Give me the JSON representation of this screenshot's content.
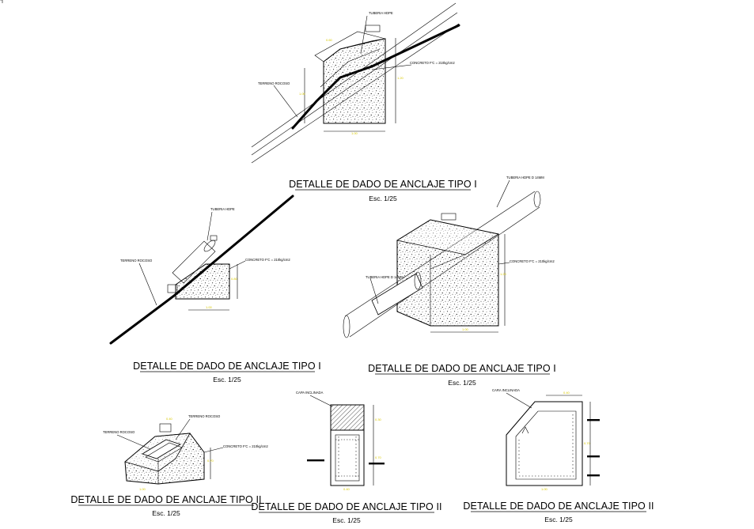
{
  "drawings": [
    {
      "title": "DETALLE DE DADO DE ANCLAJE TIPO I",
      "scale": "Esc. 1/25",
      "labels": {
        "pipe": "TUBERIA HDPE",
        "concrete": "CONCRETO F'C = 210kg/cm2",
        "terrain": "TERRENO ROCOSO"
      }
    },
    {
      "title": "DETALLE DE DADO DE ANCLAJE TIPO I",
      "scale": "Esc. 1/25",
      "labels": {
        "pipe": "TUBERIA HDPE",
        "concrete": "CONCRETO F'C = 210kg/cm2",
        "terrain": "TERRENO ROCOSO"
      }
    },
    {
      "title": "DETALLE DE DADO DE ANCLAJE TIPO I",
      "scale": "Esc. 1/25",
      "labels": {
        "pipe_top": "TUBERIA HDPE D 14MM",
        "concrete": "CONCRETO F'C = 210kg/cm2",
        "pipe_left": "TUBERIA HDPE D 14MM"
      }
    },
    {
      "title": "DETALLE DE DADO DE ANCLAJE TIPO II",
      "scale": "Esc. 1/25",
      "labels": {
        "terrain_left": "TERRENO ROCOSO",
        "terrain_right": "TERRENO ROCOSO",
        "concrete": "CONCRETO F'C = 210kg/cm2"
      }
    },
    {
      "title": "DETALLE DE DADO DE ANCLAJE TIPO II",
      "scale": "Esc. 1/25",
      "labels": {
        "cover": "CAPA INCLINADA"
      }
    },
    {
      "title": "DETALLE DE DADO DE ANCLAJE TIPO II",
      "scale": "Esc. 1/25",
      "labels": {
        "cover": "CARA INCLINADA"
      }
    }
  ]
}
